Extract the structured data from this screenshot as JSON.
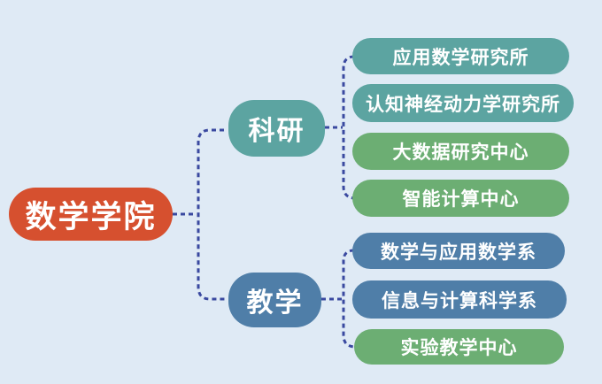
{
  "diagram": {
    "type": "mindmap",
    "background_color": "#dfeaf5",
    "connector": {
      "style": "dashed",
      "color": "#3a49a0"
    },
    "colors": {
      "root": "#d6502f",
      "teal": "#5ca4a1",
      "green": "#6cae73",
      "blue": "#4f7ea8",
      "text": "#ffffff"
    },
    "root": {
      "label": "数学学院",
      "color": "#d6502f"
    },
    "branches": [
      {
        "id": "research",
        "label": "科研",
        "color": "#5ca4a1",
        "children": [
          {
            "label": "应用数学研究所",
            "color": "#5ca4a1"
          },
          {
            "label": "认知神经动力学研究所",
            "color": "#5ca4a1"
          },
          {
            "label": "大数据研究中心",
            "color": "#6cae73"
          },
          {
            "label": "智能计算中心",
            "color": "#6cae73"
          }
        ]
      },
      {
        "id": "teaching",
        "label": "教学",
        "color": "#4f7ea8",
        "children": [
          {
            "label": "数学与应用数学系",
            "color": "#4f7ea8"
          },
          {
            "label": "信息与计算科学系",
            "color": "#4f7ea8"
          },
          {
            "label": "实验教学中心",
            "color": "#6cae73"
          }
        ]
      }
    ]
  }
}
